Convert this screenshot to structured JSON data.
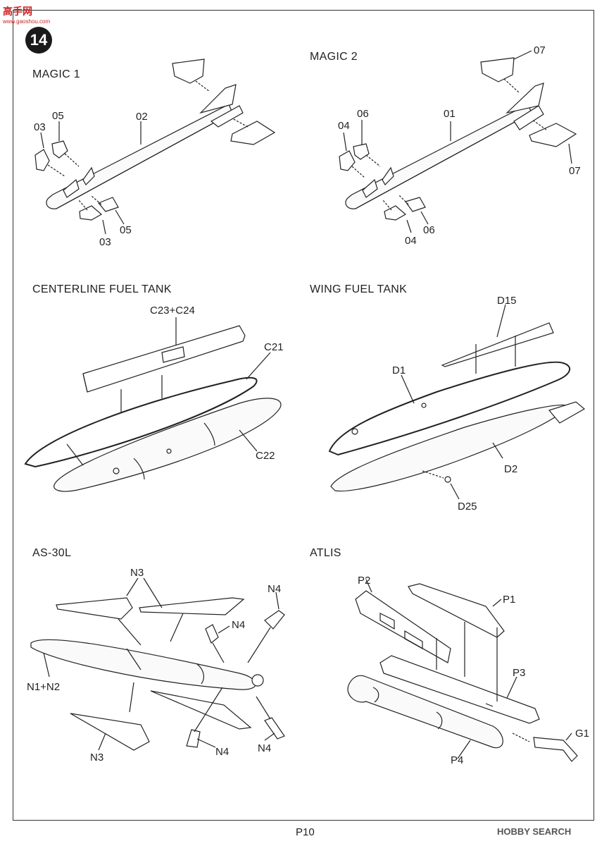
{
  "watermark_top": {
    "title": "高手网",
    "url": "www.gaoshou.com"
  },
  "step_number": "14",
  "sections": {
    "magic1": {
      "title": "MAGIC 1",
      "parts": [
        "02",
        "03",
        "05",
        "03",
        "05"
      ]
    },
    "magic2": {
      "title": "MAGIC 2",
      "parts": [
        "07",
        "01",
        "04",
        "06",
        "04",
        "06",
        "07"
      ]
    },
    "centerline": {
      "title": "CENTERLINE FUEL TANK",
      "parts": [
        "C23+C24",
        "C21",
        "C22"
      ]
    },
    "wing": {
      "title": "WING FUEL TANK",
      "parts": [
        "D15",
        "D1",
        "D2",
        "D25"
      ]
    },
    "as30l": {
      "title": "AS-30L",
      "parts": [
        "N3",
        "N4",
        "N4",
        "N1+N2",
        "N3",
        "N4",
        "N4"
      ]
    },
    "atlis": {
      "title": "ATLIS",
      "parts": [
        "P2",
        "P1",
        "P3",
        "G1",
        "P4"
      ]
    }
  },
  "page_number": "P10",
  "watermark_bottom": "HOBBY SEARCH"
}
